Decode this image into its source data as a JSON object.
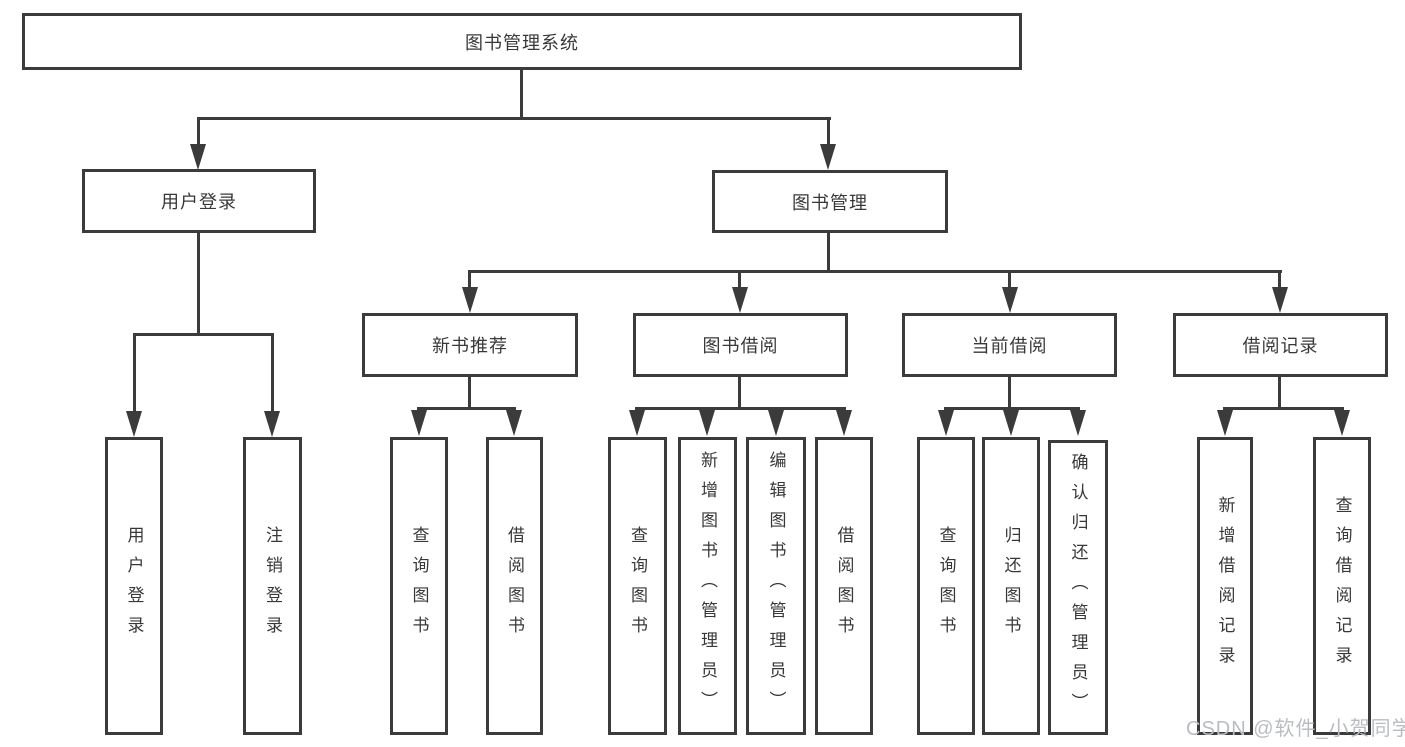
{
  "colors": {
    "line": "#3b3b3b",
    "text": "#383838",
    "watermark": "#b9bcc2",
    "background": "#ffffff"
  },
  "watermark": {
    "text": "CSDN @软件_小贺同学"
  },
  "diagram": {
    "type": "tree",
    "root": {
      "label": "图书管理系统"
    },
    "branches": [
      {
        "label": "用户登录",
        "children": [
          "用户登录",
          "注销登录"
        ]
      },
      {
        "label": "图书管理",
        "children": [
          {
            "label": "新书推荐",
            "children": [
              "查询图书",
              "借阅图书"
            ]
          },
          {
            "label": "图书借阅",
            "children": [
              "查询图书",
              "新增图书（管理员）",
              "编辑图书（管理员）",
              "借阅图书"
            ]
          },
          {
            "label": "当前借阅",
            "children": [
              "查询图书",
              "归还图书",
              "确认归还（管理员）"
            ]
          },
          {
            "label": "借阅记录",
            "children": [
              "新增借阅记录",
              "查询借阅记录"
            ]
          }
        ]
      }
    ]
  }
}
